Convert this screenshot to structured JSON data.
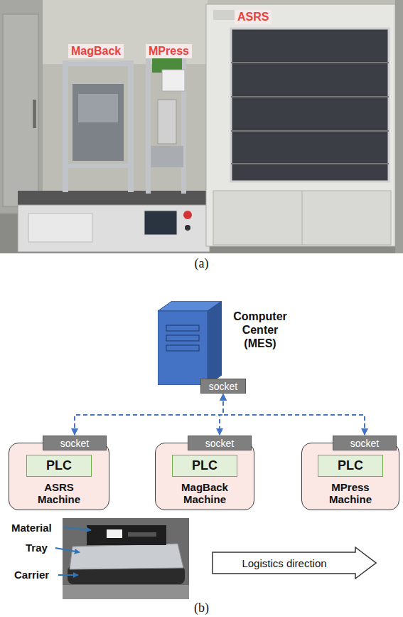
{
  "diagram": {
    "nodes": [
      {
        "text": [
          "Computer Center (MES)"
        ]
      },
      {
        "text": [
          "socket"
        ],
        "in": 0
      },
      {
        "text": [
          "ASRS Machine"
        ]
      },
      {
        "text": [
          "socket"
        ],
        "in": 2
      },
      {
        "text": [
          "PLC"
        ],
        "in": 2
      },
      {
        "text": [
          "MagBack Machine"
        ]
      },
      {
        "text": [
          "socket"
        ],
        "in": 5
      },
      {
        "text": [
          "PLC"
        ],
        "in": 5
      },
      {
        "text": [
          "MPress Machine"
        ]
      },
      {
        "text": [
          "socket"
        ],
        "in": 8
      },
      {
        "text": [
          "PLC"
        ],
        "in": 8
      },
      {
        "text": [
          "Logistics direction"
        ]
      }
    ],
    "edges": [
      {
        "from": 1,
        "to": 3,
        "arrow": "both"
      },
      {
        "from": 1,
        "to": 6,
        "arrow": "both"
      },
      {
        "from": 1,
        "to": 9,
        "arrow": "both"
      }
    ],
    "labels": [
      "MagBack",
      "MPress",
      "ASRS",
      "(a)",
      "Material",
      "Tray",
      "Carrier",
      "(b)"
    ]
  }
}
